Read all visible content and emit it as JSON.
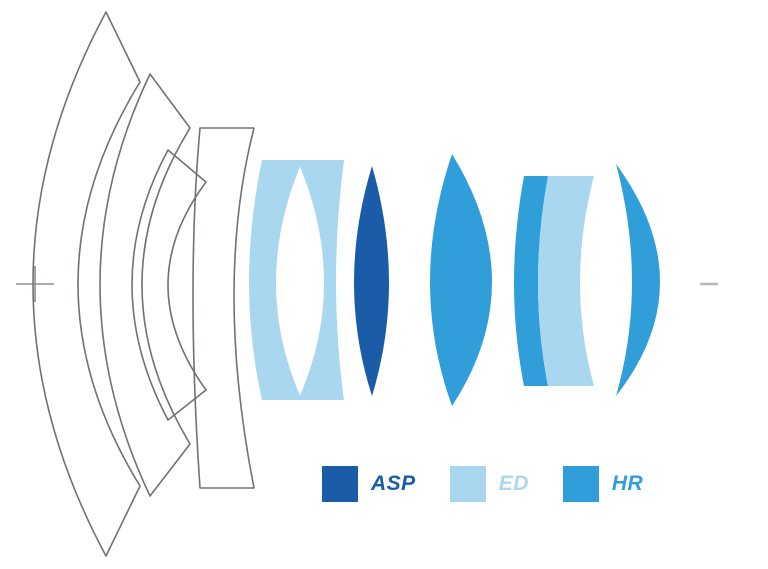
{
  "legend": {
    "items": [
      {
        "id": "asp",
        "label": "ASP"
      },
      {
        "id": "ed",
        "label": "ED"
      },
      {
        "id": "hr",
        "label": "HR"
      }
    ]
  },
  "colors": {
    "asp": "#1a5ca8",
    "ed": "#aad7f0",
    "hr": "#2f9ed9",
    "white": "#ffffff",
    "outline": "#6e7378",
    "axis": "#8b9096",
    "dash": "#b4b8bc",
    "background": "#ffffff"
  },
  "elements": [
    {
      "name": "front-element-outline",
      "material": "outline"
    },
    {
      "name": "second-element-outline",
      "material": "outline"
    },
    {
      "name": "third-element-outline",
      "material": "outline"
    },
    {
      "name": "fourth-element-outline",
      "material": "outline"
    },
    {
      "name": "group1-ed-element",
      "material": "ed"
    },
    {
      "name": "group1-white-element",
      "material": "white"
    },
    {
      "name": "group1-asp-element",
      "material": "asp"
    },
    {
      "name": "middle-hr-element",
      "material": "hr"
    },
    {
      "name": "doublet-hr-element",
      "material": "hr"
    },
    {
      "name": "doublet-ed-element",
      "material": "ed"
    },
    {
      "name": "rear-hr-element",
      "material": "hr"
    }
  ]
}
